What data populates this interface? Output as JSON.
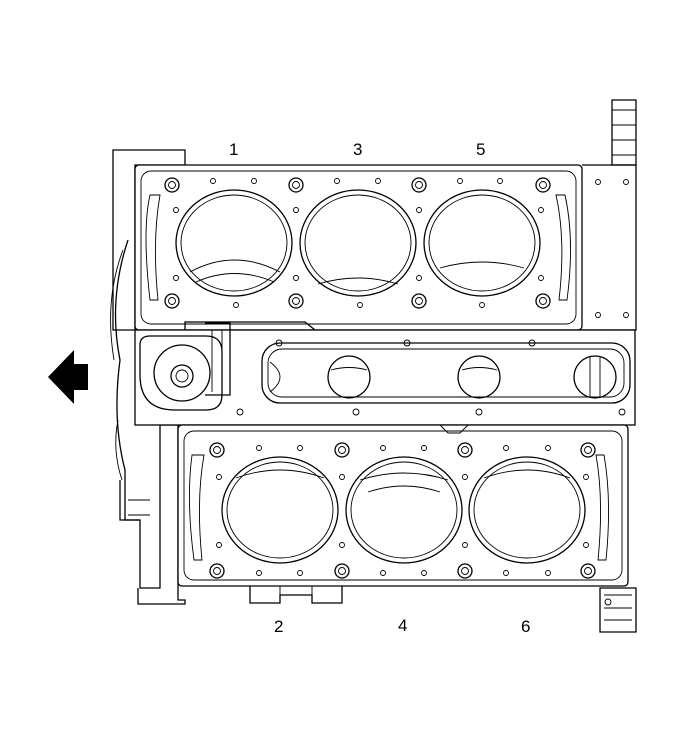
{
  "upper_bank": {
    "cylinder_labels": [
      "1",
      "3",
      "5"
    ]
  },
  "lower_bank": {
    "cylinder_labels": [
      "2",
      "4",
      "6"
    ]
  },
  "direction_arrow": {
    "icon": "arrow-left-icon",
    "color": "#000000"
  }
}
